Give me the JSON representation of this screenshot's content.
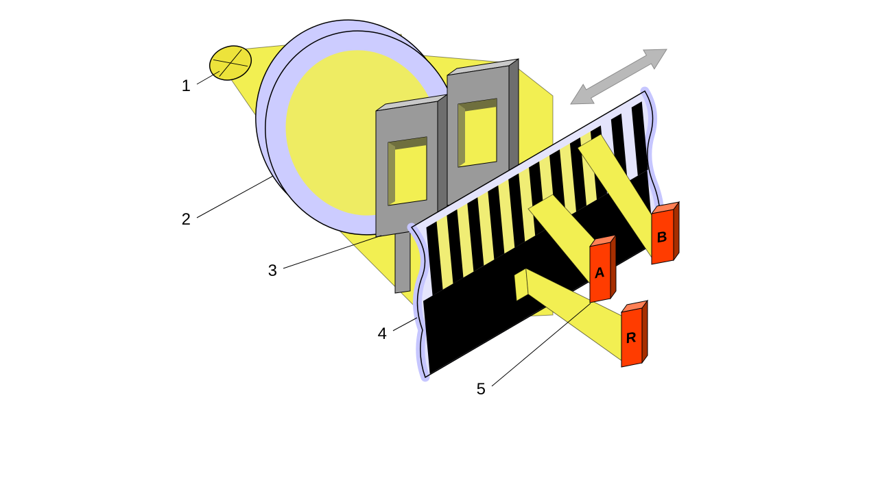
{
  "labels": {
    "n1": "1",
    "n2": "2",
    "n3": "3",
    "n4": "4",
    "n5": "5"
  },
  "detectors": {
    "a": "A",
    "b": "B",
    "r": "R"
  },
  "colors": {
    "beam": "#f2ef52",
    "bulb": "#ede33b",
    "lens": "#ccccff",
    "strip": "#e4e4fc",
    "strip_edge": "#c6c6ff",
    "stripe": "#000000",
    "mask_front": "#9a9a9a",
    "mask_top": "#c9c9c9",
    "mask_side": "#6e6e6e",
    "detector_front": "#ff3c00",
    "detector_top": "#ff8055",
    "detector_side": "#a62e00",
    "arrow": "#b9b9b9",
    "outline": "#000000"
  }
}
